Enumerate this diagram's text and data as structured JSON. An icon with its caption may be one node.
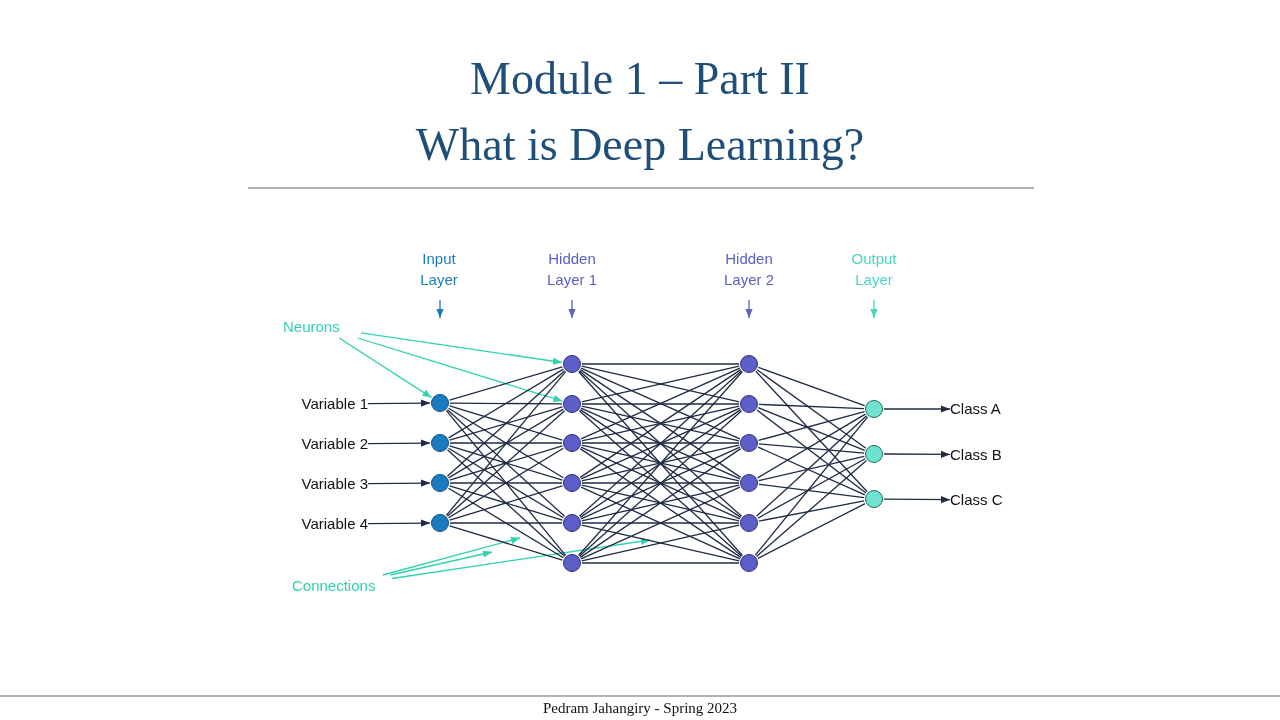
{
  "diagram": {
    "title": "Module 1 – Part II",
    "caption": "Pedram Jahangiry - Spring 2023",
    "labels": [
      "What is Deep Learning?"
    ],
    "nodes": [
      {
        "text": [
          "Input Layer"
        ]
      },
      {
        "text": [
          "Hidden Layer 1"
        ]
      },
      {
        "text": [
          "Hidden Layer 2"
        ]
      },
      {
        "text": [
          "Output Layer"
        ]
      },
      {
        "text": [
          "Neurons"
        ]
      },
      {
        "text": [
          "Variable 1"
        ]
      },
      {
        "text": [
          "Variable 2"
        ]
      },
      {
        "text": [
          "Variable 3"
        ]
      },
      {
        "text": [
          "Variable 4"
        ]
      },
      {
        "text": [],
        "shape": "circle"
      },
      {
        "text": [],
        "shape": "circle"
      },
      {
        "text": [],
        "shape": "circle"
      },
      {
        "text": [],
        "shape": "circle"
      },
      {
        "text": [],
        "shape": "circle"
      },
      {
        "text": [],
        "shape": "circle"
      },
      {
        "text": [],
        "shape": "circle"
      },
      {
        "text": [],
        "shape": "circle"
      },
      {
        "text": [],
        "shape": "circle"
      },
      {
        "text": [],
        "shape": "circle"
      },
      {
        "text": [],
        "shape": "circle"
      },
      {
        "text": [],
        "shape": "circle"
      },
      {
        "text": [],
        "shape": "circle"
      },
      {
        "text": [],
        "shape": "circle"
      },
      {
        "text": [],
        "shape": "circle"
      },
      {
        "text": [],
        "shape": "circle"
      },
      {
        "text": [],
        "shape": "circle"
      },
      {
        "text": [],
        "shape": "circle"
      },
      {
        "text": [],
        "shape": "circle"
      },
      {
        "text": [
          "Class A"
        ]
      },
      {
        "text": [
          "Class B"
        ]
      },
      {
        "text": [
          "Class C"
        ]
      },
      {
        "text": [
          "Connections"
        ]
      }
    ],
    "edges": [
      {
        "from": 0,
        "to": null,
        "arrow": "to",
        "color": "#1b7bbf"
      },
      {
        "from": 1,
        "to": null,
        "arrow": "to",
        "color": "#5b5fc7"
      },
      {
        "from": 2,
        "to": null,
        "arrow": "to",
        "color": "#5b5fc7"
      },
      {
        "from": 3,
        "to": null,
        "arrow": "to",
        "color": "#49d6c0"
      },
      {
        "from": 4,
        "to": 13,
        "arrow": "to",
        "color": "#2fd3b1"
      },
      {
        "from": 4,
        "to": 9,
        "arrow": "to",
        "color": "#2fd3b1"
      },
      {
        "from": 4,
        "to": 14,
        "arrow": "to",
        "color": "#2fd3b1"
      },
      {
        "from": 31,
        "to": null,
        "arrow": "to",
        "color": "#2fd3b1"
      },
      {
        "from": 31,
        "to": null,
        "arrow": "to",
        "color": "#2fd3b1"
      },
      {
        "from": 31,
        "to": null,
        "arrow": "to",
        "color": "#2fd3b1"
      },
      {
        "from": 5,
        "to": 9,
        "arrow": "to"
      },
      {
        "from": 6,
        "to": 10,
        "arrow": "to"
      },
      {
        "from": 7,
        "to": 11,
        "arrow": "to"
      },
      {
        "from": 8,
        "to": 12,
        "arrow": "to"
      },
      {
        "from": 9,
        "to": 13,
        "arrow": "none"
      },
      {
        "from": 9,
        "to": 14,
        "arrow": "none"
      },
      {
        "from": 9,
        "to": 15,
        "arrow": "none"
      },
      {
        "from": 9,
        "to": 16,
        "arrow": "none"
      },
      {
        "from": 9,
        "to": 17,
        "arrow": "none"
      },
      {
        "from": 9,
        "to": 18,
        "arrow": "none"
      },
      {
        "from": 10,
        "to": 13,
        "arrow": "none"
      },
      {
        "from": 10,
        "to": 14,
        "arrow": "none"
      },
      {
        "from": 10,
        "to": 15,
        "arrow": "none"
      },
      {
        "from": 10,
        "to": 16,
        "arrow": "none"
      },
      {
        "from": 10,
        "to": 17,
        "arrow": "none"
      },
      {
        "from": 10,
        "to": 18,
        "arrow": "none"
      },
      {
        "from": 11,
        "to": 13,
        "arrow": "none"
      },
      {
        "from": 11,
        "to": 14,
        "arrow": "none"
      },
      {
        "from": 11,
        "to": 15,
        "arrow": "none"
      },
      {
        "from": 11,
        "to": 16,
        "arrow": "none"
      },
      {
        "from": 11,
        "to": 17,
        "arrow": "none"
      },
      {
        "from": 11,
        "to": 18,
        "arrow": "none"
      },
      {
        "from": 12,
        "to": 13,
        "arrow": "none"
      },
      {
        "from": 12,
        "to": 14,
        "arrow": "none"
      },
      {
        "from": 12,
        "to": 15,
        "arrow": "none"
      },
      {
        "from": 12,
        "to": 16,
        "arrow": "none"
      },
      {
        "from": 12,
        "to": 17,
        "arrow": "none"
      },
      {
        "from": 12,
        "to": 18,
        "arrow": "none"
      },
      {
        "from": 13,
        "to": 19,
        "arrow": "none"
      },
      {
        "from": 13,
        "to": 20,
        "arrow": "none"
      },
      {
        "from": 13,
        "to": 21,
        "arrow": "none"
      },
      {
        "from": 13,
        "to": 22,
        "arrow": "none"
      },
      {
        "from": 13,
        "to": 23,
        "arrow": "none"
      },
      {
        "from": 13,
        "to": 24,
        "arrow": "none"
      },
      {
        "from": 14,
        "to": 19,
        "arrow": "none"
      },
      {
        "from": 14,
        "to": 20,
        "arrow": "none"
      },
      {
        "from": 14,
        "to": 21,
        "arrow": "none"
      },
      {
        "from": 14,
        "to": 22,
        "arrow": "none"
      },
      {
        "from": 14,
        "to": 23,
        "arrow": "none"
      },
      {
        "from": 14,
        "to": 24,
        "arrow": "none"
      },
      {
        "from": 15,
        "to": 19,
        "arrow": "none"
      },
      {
        "from": 15,
        "to": 20,
        "arrow": "none"
      },
      {
        "from": 15,
        "to": 21,
        "arrow": "none"
      },
      {
        "from": 15,
        "to": 22,
        "arrow": "none"
      },
      {
        "from": 15,
        "to": 23,
        "arrow": "none"
      },
      {
        "from": 15,
        "to": 24,
        "arrow": "none"
      },
      {
        "from": 16,
        "to": 19,
        "arrow": "none"
      },
      {
        "from": 16,
        "to": 20,
        "arrow": "none"
      },
      {
        "from": 16,
        "to": 21,
        "arrow": "none"
      },
      {
        "from": 16,
        "to": 22,
        "arrow": "none"
      },
      {
        "from": 16,
        "to": 23,
        "arrow": "none"
      },
      {
        "from": 16,
        "to": 24,
        "arrow": "none"
      },
      {
        "from": 17,
        "to": 19,
        "arrow": "none"
      },
      {
        "from": 17,
        "to": 20,
        "arrow": "none"
      },
      {
        "from": 17,
        "to": 21,
        "arrow": "none"
      },
      {
        "from": 17,
        "to": 22,
        "arrow": "none"
      },
      {
        "from": 17,
        "to": 23,
        "arrow": "none"
      },
      {
        "from": 17,
        "to": 24,
        "arrow": "none"
      },
      {
        "from": 18,
        "to": 19,
        "arrow": "none"
      },
      {
        "from": 18,
        "to": 20,
        "arrow": "none"
      },
      {
        "from": 18,
        "to": 21,
        "arrow": "none"
      },
      {
        "from": 18,
        "to": 22,
        "arrow": "none"
      },
      {
        "from": 18,
        "to": 23,
        "arrow": "none"
      },
      {
        "from": 18,
        "to": 24,
        "arrow": "none"
      },
      {
        "from": 19,
        "to": 25,
        "arrow": "none"
      },
      {
        "from": 19,
        "to": 26,
        "arrow": "none"
      },
      {
        "from": 19,
        "to": 27,
        "arrow": "none"
      },
      {
        "from": 20,
        "to": 25,
        "arrow": "none"
      },
      {
        "from": 20,
        "to": 26,
        "arrow": "none"
      },
      {
        "from": 20,
        "to": 27,
        "arrow": "none"
      },
      {
        "from": 21,
        "to": 25,
        "arrow": "none"
      },
      {
        "from": 21,
        "to": 26,
        "arrow": "none"
      },
      {
        "from": 21,
        "to": 27,
        "arrow": "none"
      },
      {
        "from": 22,
        "to": 25,
        "arrow": "none"
      },
      {
        "from": 22,
        "to": 26,
        "arrow": "none"
      },
      {
        "from": 22,
        "to": 27,
        "arrow": "none"
      },
      {
        "from": 23,
        "to": 25,
        "arrow": "none"
      },
      {
        "from": 23,
        "to": 26,
        "arrow": "none"
      },
      {
        "from": 23,
        "to": 27,
        "arrow": "none"
      },
      {
        "from": 24,
        "to": 25,
        "arrow": "none"
      },
      {
        "from": 24,
        "to": 26,
        "arrow": "none"
      },
      {
        "from": 24,
        "to": 27,
        "arrow": "none"
      },
      {
        "from": 25,
        "to": 28,
        "arrow": "to"
      },
      {
        "from": 26,
        "to": 29,
        "arrow": "to"
      },
      {
        "from": 27,
        "to": 30,
        "arrow": "to"
      }
    ]
  }
}
